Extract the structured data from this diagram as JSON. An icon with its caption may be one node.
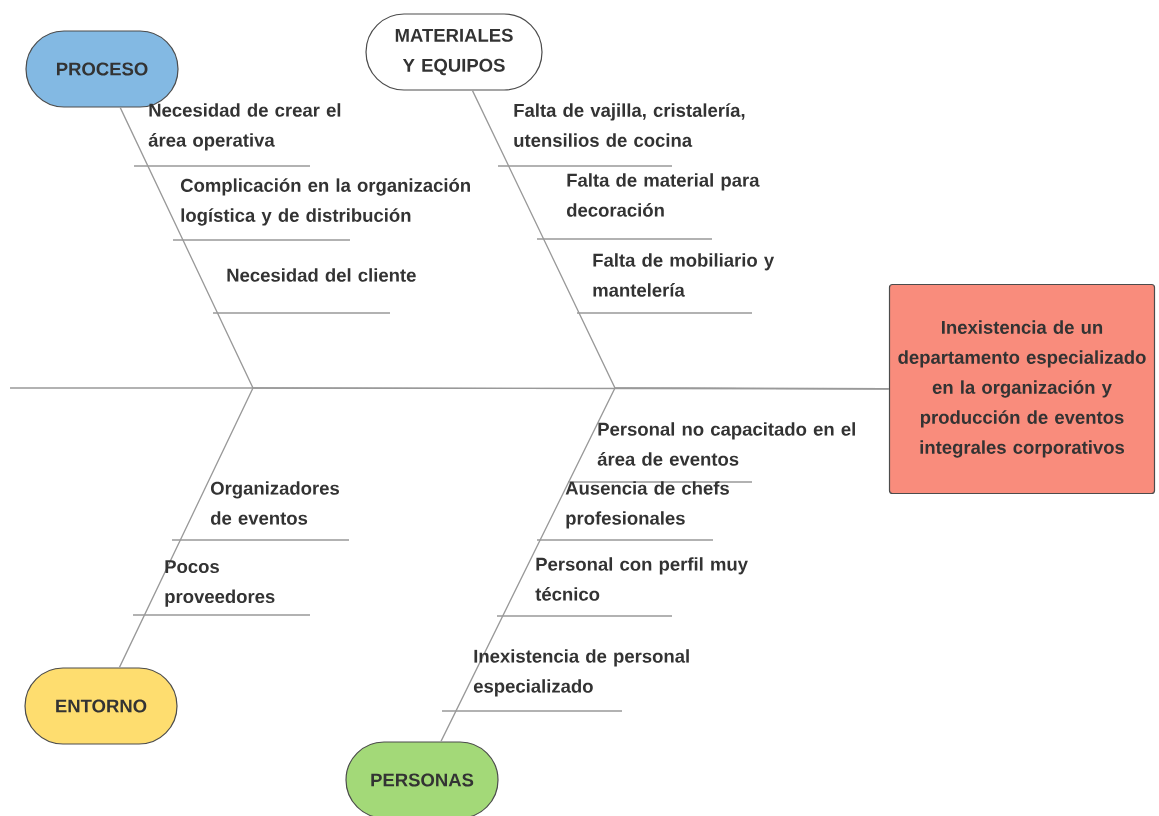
{
  "diagram": {
    "nodes": [
      {
        "text": [
          "PROCESO"
        ]
      },
      {
        "text": [
          "MATERIALES Y EQUIPOS"
        ]
      },
      {
        "text": [
          "ENTORNO"
        ]
      },
      {
        "text": [
          "PERSONAS"
        ]
      },
      {
        "text": [
          "Inexistencia de un departamento especializado en la organización y producción de eventos integrales corporativos"
        ]
      }
    ],
    "edges": [
      {
        "from": 0,
        "to": 4,
        "arrow": "none"
      },
      {
        "from": 1,
        "to": 4,
        "arrow": "none"
      },
      {
        "from": 2,
        "to": 4,
        "arrow": "none"
      },
      {
        "from": 3,
        "to": 4,
        "arrow": "none"
      }
    ],
    "labels": [
      "Necesidad de crear el área operativa",
      "Complicación en la organización logística y de distribución",
      "Necesidad del cliente",
      "Falta de vajilla, cristalería, utensilios de cocina",
      "Falta de material para decoración",
      "Falta de mobiliario y mantelería",
      "Organizadores de eventos",
      "Pocos proveedores",
      "Personal no capacitado en el área de eventos",
      "Ausencia de chefs profesionales",
      "Personal con perfil muy técnico",
      "Inexistencia de personal especializado"
    ]
  }
}
